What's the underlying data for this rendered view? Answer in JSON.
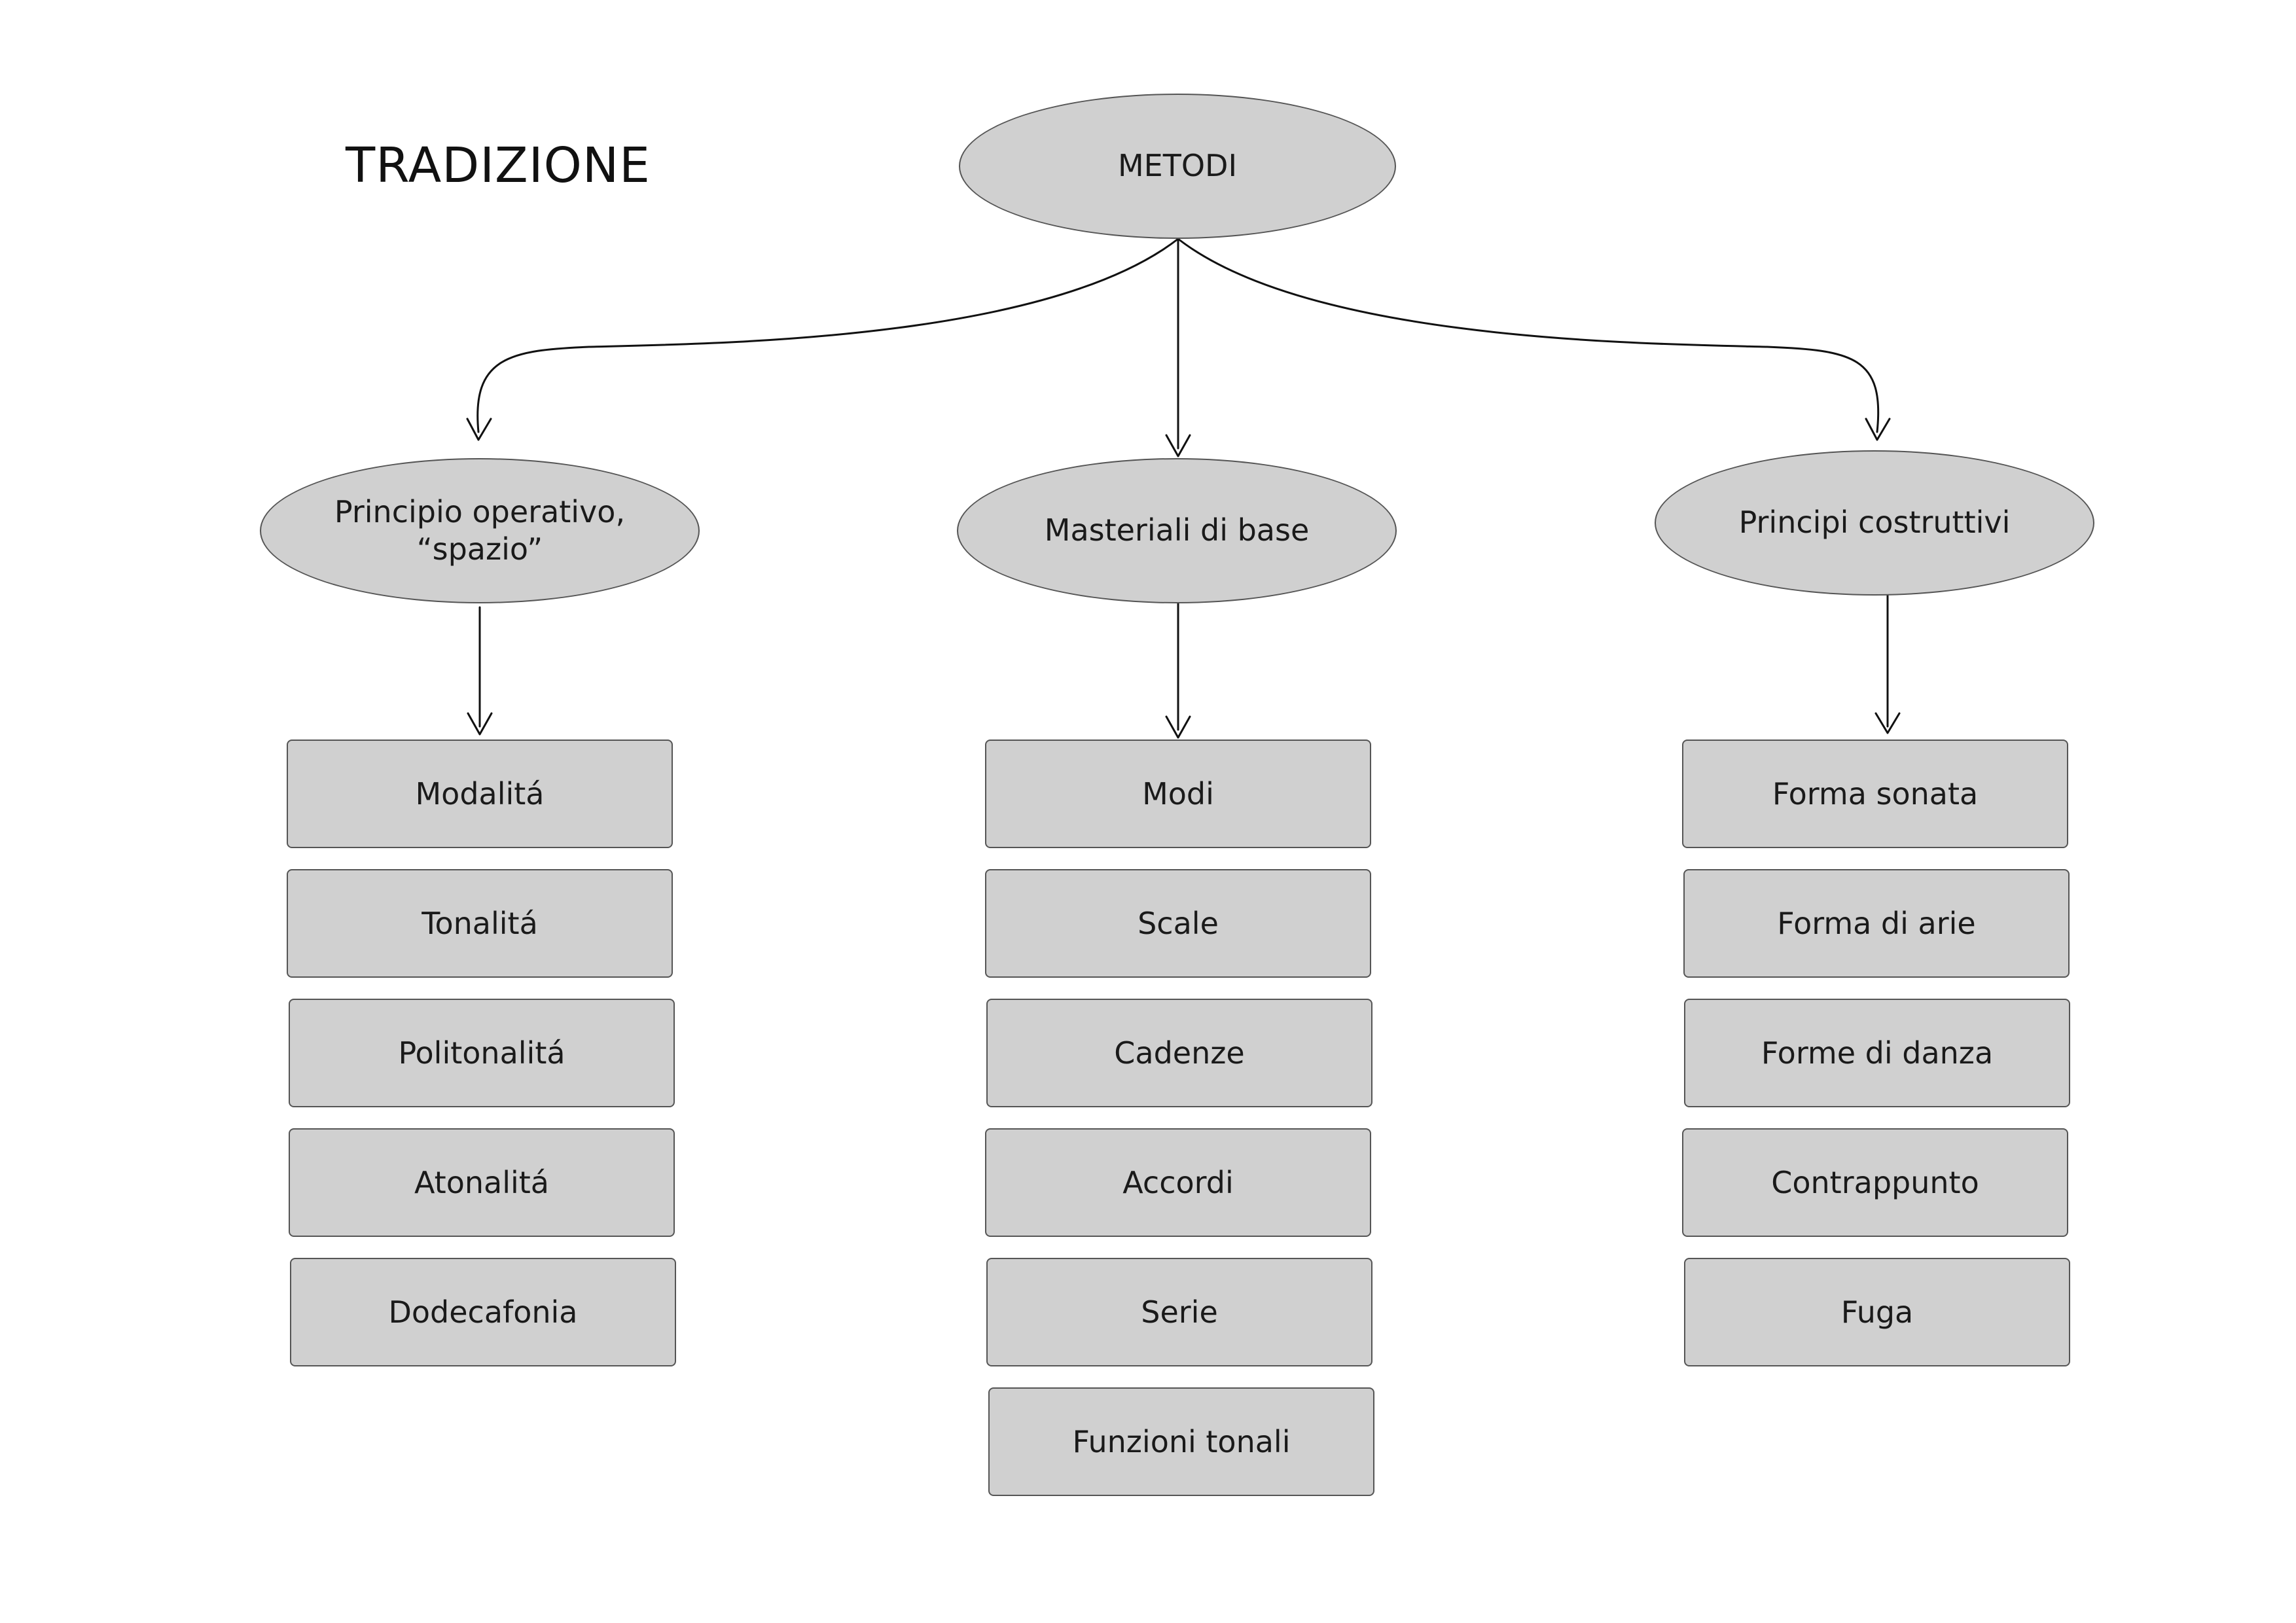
{
  "title": "TRADIZIONE",
  "root": {
    "label": "METODI"
  },
  "branches": [
    {
      "label": "Principio operativo,\n“spazio”",
      "label_lines": [
        "Principio operativo,",
        "“spazio”"
      ],
      "items": [
        "Modalitá",
        "Tonalitá",
        "Politonalitá",
        "Atonalitá",
        "Dodecafonia"
      ]
    },
    {
      "label": "Masteriali di base",
      "label_lines": [
        "Masteriali di base"
      ],
      "items": [
        "Modi",
        "Scale",
        "Cadenze",
        "Accordi",
        "Serie",
        "Funzioni tonali"
      ]
    },
    {
      "label": "Principi costruttivi",
      "label_lines": [
        "Principi costruttivi"
      ],
      "items": [
        "Forma sonata",
        "Forma di arie",
        "Forme di danza",
        "Contrappunto",
        "Fuga"
      ]
    }
  ],
  "colors": {
    "node_fill": "#d0d0d0",
    "node_stroke": "#555555",
    "line": "#111111"
  }
}
